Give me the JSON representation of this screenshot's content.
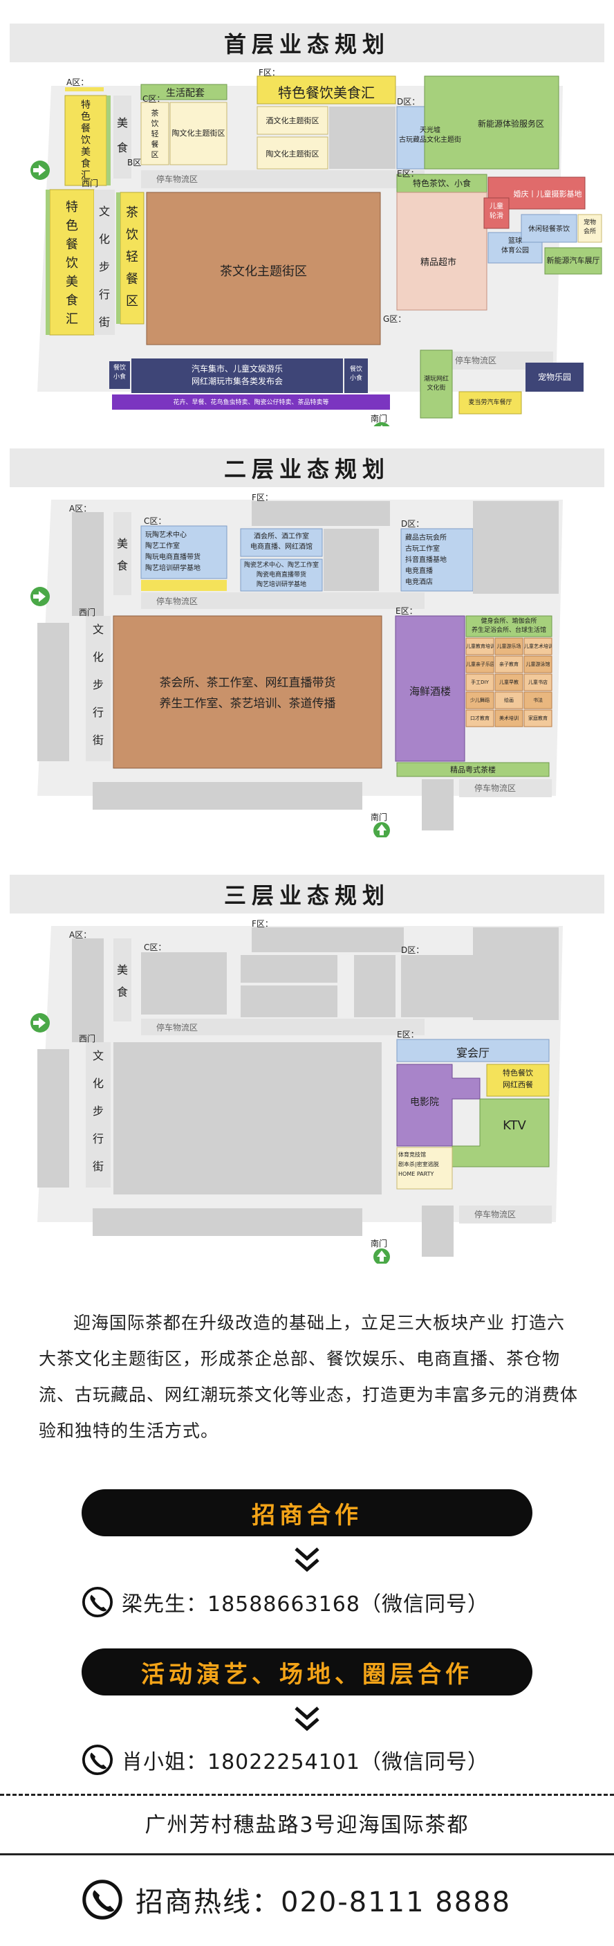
{
  "floor1": {
    "title": "首层业态规划",
    "zones": {
      "a": "A区：",
      "b": "B区",
      "c": "C区：",
      "d": "D区：",
      "e": "E区：",
      "f": "F区：",
      "g": "G区："
    },
    "street_meishi": [
      "美",
      "食"
    ],
    "street_wenhua": [
      "文",
      "化",
      "步",
      "行",
      "街"
    ],
    "west_gate": "西门",
    "south_gate": "南门",
    "parking_north": "停车物流区",
    "parking_east": "停车物流区",
    "shenghuo": "生活配套",
    "tese_canyin": "特色餐饮美食汇",
    "a_canyin_top": [
      "特",
      "色",
      "餐",
      "饮",
      "美",
      "食",
      "汇"
    ],
    "a_canyin_bottom": [
      "特",
      "色",
      "餐",
      "饮",
      "美",
      "食",
      "汇"
    ],
    "c_chayin": [
      "茶",
      "饮",
      "轻",
      "餐",
      "区"
    ],
    "b_chayin": [
      "茶",
      "饮",
      "轻",
      "餐",
      "区"
    ],
    "taoci1": "陶文化主题街区",
    "jiu_wenhua": "酒文化主题街区",
    "taoci2": "陶文化主题街区",
    "tianguang": [
      "天光墟",
      "古玩藏品文化主题街"
    ],
    "xinnengyuan": "新能源体验服务区",
    "cha_wenhua": "茶文化主题街区",
    "tese_chayin": "特色茶饮、小食",
    "ertong_lunhua": [
      "儿童",
      "轮滑"
    ],
    "hunqing": "婚庆丨儿童摄影基地",
    "jingpin": "精品超市",
    "lanqiu": [
      "篮球",
      "体育公园"
    ],
    "xiuxian": "休闲轻餐茶饮",
    "chongwu_hui": [
      "宠物",
      "会所"
    ],
    "xinnengyuan_car": "新能源汽车展厅",
    "qiche_jishi": [
      "汽车集市、儿童文娱游乐",
      "网红潮玩市集各类发布会"
    ],
    "canyin_xiaoshi_l": [
      "餐饮",
      "小食"
    ],
    "canyin_xiaoshi_r": [
      "餐饮",
      "小食"
    ],
    "huahui": "花卉、早餐、花鸟鱼虫特卖、陶瓷公仔特卖、茶品特卖等",
    "chagui": [
      "潮玩网红",
      "文化街"
    ],
    "mcdonald": "麦当劳汽车餐厅",
    "chongwu_park": "宠物乐园"
  },
  "floor2": {
    "title": "二层业态规划",
    "zones": {
      "a": "A区：",
      "c": "C区：",
      "d": "D区：",
      "e": "E区：",
      "f": "F区："
    },
    "west_gate": "西门",
    "south_gate": "南门",
    "parking_north": "停车物流区",
    "parking_east": "停车物流区",
    "street_meishi": [
      "美",
      "食"
    ],
    "street_wenhua": [
      "文",
      "化",
      "步",
      "行",
      "街"
    ],
    "c_block": [
      "玩陶艺术中心",
      "陶艺工作室",
      "陶玩电商直播带货",
      "陶艺培训研学基地"
    ],
    "f_left": [
      "酒会所、酒工作室",
      "电商直播、网红酒馆"
    ],
    "f_right": [
      "陶瓷艺术中心、陶艺工作室",
      "陶瓷电商直播带货",
      "陶艺培训研学基地"
    ],
    "d_block": [
      "藏品古玩会所",
      "古玩工作室",
      "抖音直播基地",
      "电竞直播",
      "电竞酒店"
    ],
    "big_block": [
      "茶会所、茶工作室、网红直播带货",
      "养生工作室、茶艺培训、茶道传播"
    ],
    "haixian": "海鲜酒楼",
    "jianshen": [
      "健身会所、瑜伽会所",
      "养生足浴会所、台球生活馆"
    ],
    "small_cells": [
      "儿童教育培训",
      "儿童游乐场",
      "儿童艺术培训",
      "儿童亲子乐园",
      "亲子教育",
      "儿童游泳馆",
      "手工DIY",
      "儿童早教",
      "儿童书店",
      "少儿舞蹈",
      "绘画",
      "书法",
      "口才教育",
      "美术培训",
      "家庭教育"
    ],
    "jingpin_cha": "精品粤式茶楼"
  },
  "floor3": {
    "title": "三层业态规划",
    "zones": {
      "a": "A区：",
      "c": "C区：",
      "d": "D区：",
      "e": "E区：",
      "f": "F区："
    },
    "west_gate": "西门",
    "south_gate": "南门",
    "parking_north": "停车物流区",
    "parking_east": "停车物流区",
    "street_meishi": [
      "美",
      "食"
    ],
    "street_wenhua": [
      "文",
      "化",
      "步",
      "行",
      "街"
    ],
    "yanhui": "宴会厅",
    "tese_canyin": [
      "特色餐饮",
      "网红西餐"
    ],
    "dianying": "电影院",
    "ktv": "KTV",
    "tiyu": [
      "体育竞技馆",
      "剧本杀|密室逃脱",
      "HOME PARTY"
    ]
  },
  "intro": "迎海国际茶都在升级改造的基础上，立足三大板块产业 打造六大茶文化主题街区，形成茶企总部、餐饮娱乐、电商直播、茶仓物流、古玩藏品、网红潮玩茶文化等业态，打造更为丰富多元的消费体验和独特的生活方式。",
  "pill1": "招商合作",
  "contact1": "梁先生：18588663168（微信同号）",
  "pill2": "活动演艺、场地、圈层合作",
  "contact2": "肖小姐：18022254101（微信同号）",
  "address": "广州芳村穗盐路3号迎海国际茶都",
  "hotline": "招商热线：020-8111 8888",
  "colors": {
    "banner_bg": "#e9e9e9",
    "pill_bg": "#0d0d0d",
    "pill_text": "#f4a418",
    "yellow": "#f4e25a",
    "cream": "#fbf3cf",
    "green": "#a6d07c",
    "brown": "#c9926a",
    "pink": "#f2d2c4",
    "red": "#e06b6b",
    "blue": "#bcd3ee",
    "purple": "#a884c9",
    "navy": "#3e4577",
    "building": "#d0d0d0"
  }
}
